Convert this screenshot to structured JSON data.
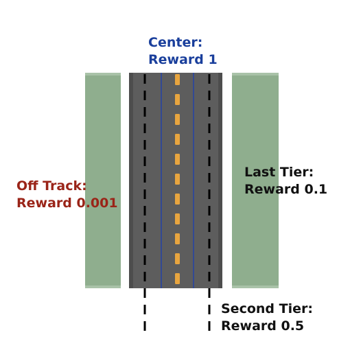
{
  "colors": {
    "grass": "#8fae8e",
    "grass_border": "#a9c2a8",
    "road_edge": "#ffffff",
    "asphalt": "#5d5d5d",
    "asphalt_dark": "#3b3b3b",
    "center_dash": "#e8a53f",
    "tier_line": "#2443a6",
    "guide_line": "#000000",
    "center_text": "#1a3f9c",
    "offtrack_text": "#9a2418",
    "tier_text": "#111111"
  },
  "labels": {
    "center": {
      "line1": "Center:",
      "line2": "Reward 1"
    },
    "off_track": {
      "line1": "Off Track:",
      "line2": "Reward 0.001"
    },
    "last_tier": {
      "line1": "Last Tier:",
      "line2": "Reward 0.1"
    },
    "second_tier": {
      "line1": "Second Tier:",
      "line2": "Reward 0.5"
    }
  }
}
